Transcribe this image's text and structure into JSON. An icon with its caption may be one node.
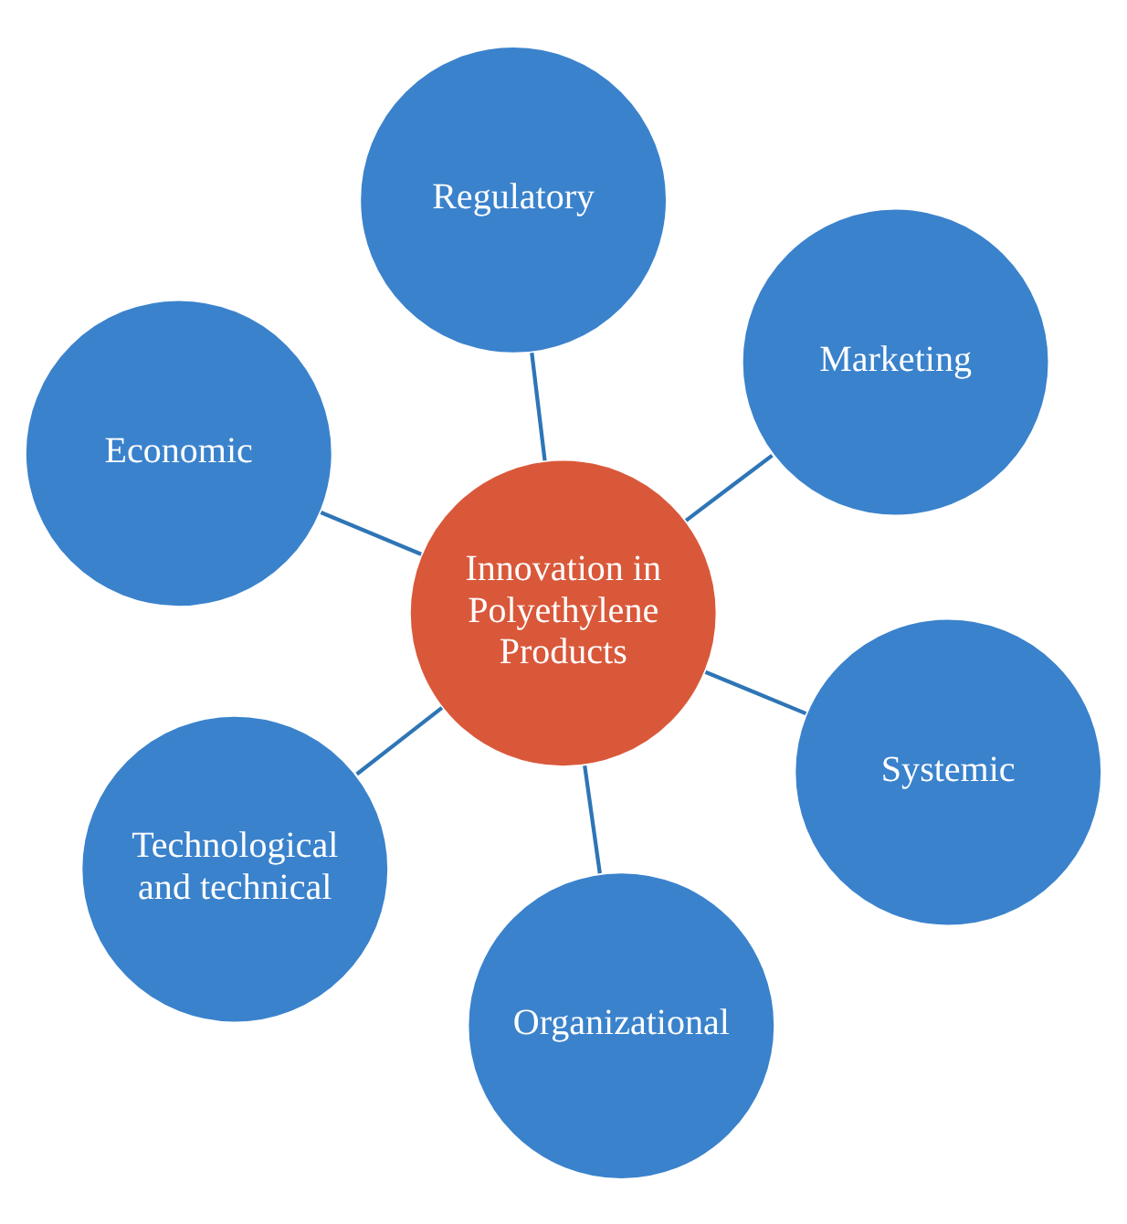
{
  "diagram": {
    "nodes": [
      {
        "text": [
          "Economic"
        ]
      },
      {
        "text": [
          "Systemic"
        ]
      },
      {
        "text": [
          "Organizational"
        ]
      },
      {
        "text": [
          "Innovation in Polyethylene Products"
        ]
      },
      {
        "text": [
          "Marketing"
        ]
      },
      {
        "text": [
          "Regulatory"
        ]
      },
      {
        "text": [
          "Technological and technical"
        ]
      }
    ],
    "edges": [
      {
        "from": 3,
        "to": 0,
        "arrow": "none"
      },
      {
        "from": 3,
        "to": 1,
        "arrow": "none"
      },
      {
        "from": 3,
        "to": 2,
        "arrow": "none"
      },
      {
        "from": 3,
        "to": 4,
        "arrow": "none"
      },
      {
        "from": 3,
        "to": 5,
        "arrow": "none"
      },
      {
        "from": 3,
        "to": 6,
        "arrow": "none"
      }
    ]
  }
}
